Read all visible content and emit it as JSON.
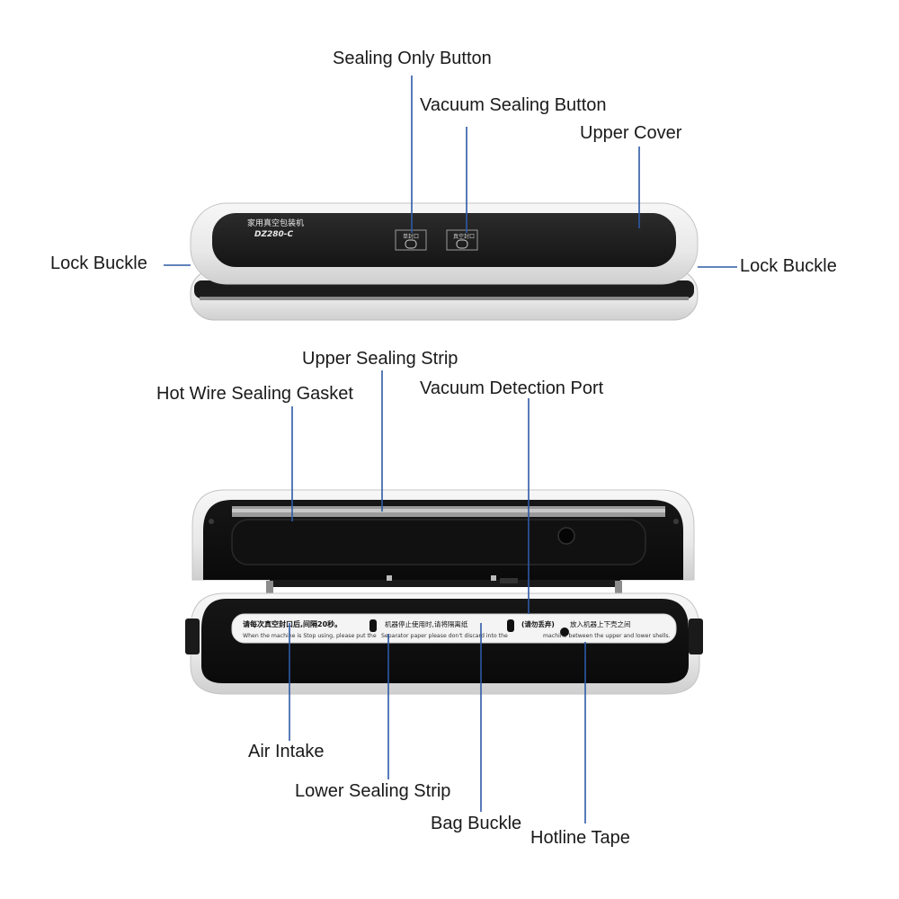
{
  "labels": {
    "sealing_only_button": "Sealing Only Button",
    "vacuum_sealing_button": "Vacuum Sealing Button",
    "upper_cover": "Upper Cover",
    "lock_buckle_left": "Lock Buckle",
    "lock_buckle_right": "Lock Buckle",
    "upper_sealing_strip": "Upper Sealing Strip",
    "hot_wire_sealing_gasket": "Hot Wire Sealing Gasket",
    "vacuum_detection_port": "Vacuum Detection Port",
    "air_intake": "Air Intake",
    "lower_sealing_strip": "Lower Sealing Strip",
    "bag_buckle": "Bag Buckle",
    "hotline_tape": "Hotline Tape"
  },
  "device": {
    "top_title": "家用真空包装机",
    "model": "DZ280-C",
    "button_left_text": "单封口",
    "button_right_text": "真空封口"
  },
  "tape": {
    "cn_1": "请每次真空封口后,间隔20秒。",
    "en_1": "When the machine is Stop using, please put the",
    "cn_2": "机器停止使用时,请将隔离纸",
    "en_2": "Separator paper please don't discard into the",
    "cn_3": "(请勿丢弃)",
    "cn_4": "放入机器上下壳之间",
    "en_3": "machine between the upper and lower shells."
  },
  "colors": {
    "annotation_line": "#2d5aa6",
    "panel": "#1e1e1e",
    "shell": "#f2f2f2"
  }
}
